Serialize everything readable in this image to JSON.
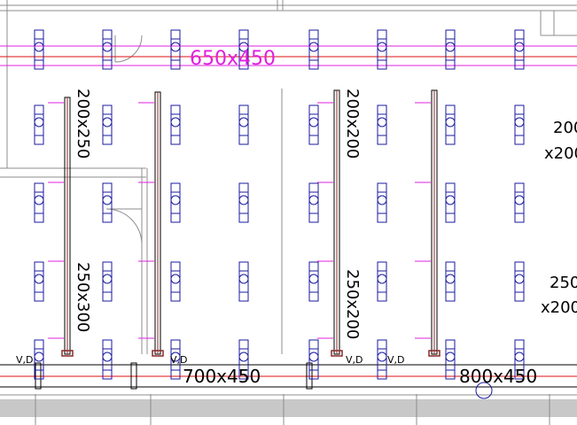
{
  "colors": {
    "background": "#ffffff",
    "wall": "#8c8c8c",
    "diffuser": "#1a1aa0",
    "red_line": "#e01010",
    "magenta": "#e020e0",
    "duct": "#000000",
    "damper": "#8a2a2a"
  },
  "labels": {
    "main_duct_top": "650x450",
    "branch_1_upper": "200x250",
    "branch_1_lower": "250x300",
    "branch_3_upper": "200x200",
    "branch_3_lower": "250x200",
    "right_upper_a": "200",
    "right_upper_b": "x200",
    "right_lower_a": "250",
    "right_lower_b": "x200",
    "bottom_duct_left": "700x450",
    "bottom_duct_right": "800x450",
    "vd": "V,D"
  },
  "grid": {
    "columns": [
      44,
      121,
      198,
      275,
      354,
      431,
      508,
      586
    ],
    "rows": [
      56,
      141,
      229,
      318,
      406
    ]
  },
  "branches": [
    52,
    154,
    231,
    308,
    408,
    514,
    591
  ]
}
